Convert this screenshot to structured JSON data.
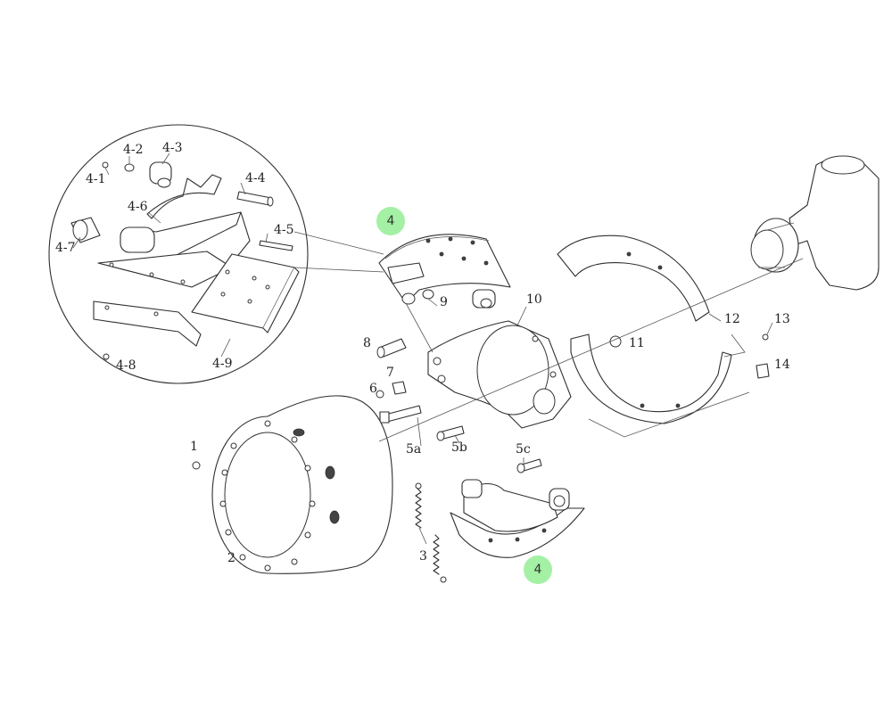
{
  "labels": {
    "l4_1": "4-1",
    "l4_2": "4-2",
    "l4_3": "4-3",
    "l4_4": "4-4",
    "l4_5": "4-5",
    "l4_6": "4-6",
    "l4_7": "4-7",
    "l4_8": "4-8",
    "l4_9": "4-9",
    "l1": "1",
    "l2": "2",
    "l3": "3",
    "l5a": "5a",
    "l5b": "5b",
    "l5c": "5c",
    "l6": "6",
    "l7": "7",
    "l8": "8",
    "l9": "9",
    "l10": "10",
    "l11": "11",
    "l12": "12",
    "l13": "13",
    "l14": "14"
  },
  "highlights": {
    "color": "#a4f0a4",
    "upper_shoe": "4",
    "lower_shoe": "4"
  }
}
